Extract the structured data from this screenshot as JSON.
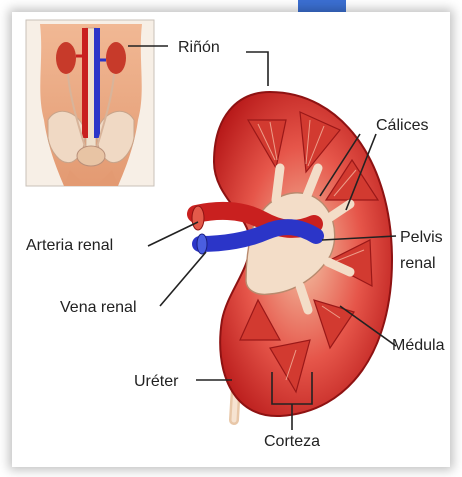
{
  "labels": {
    "rinon": "Riñón",
    "calices": "Cálices",
    "arteria": "Arteria renal",
    "vena": "Vena renal",
    "pelvis_line1": "Pelvis",
    "pelvis_line2": "renal",
    "medula": "Médula",
    "ureter": "Uréter",
    "corteza": "Corteza"
  },
  "colors": {
    "accent_tab": "#3b6fd2",
    "kidney": "#d22a26",
    "artery": "#c9201f",
    "vein": "#2b35c8",
    "skin": "#e9a07c"
  }
}
